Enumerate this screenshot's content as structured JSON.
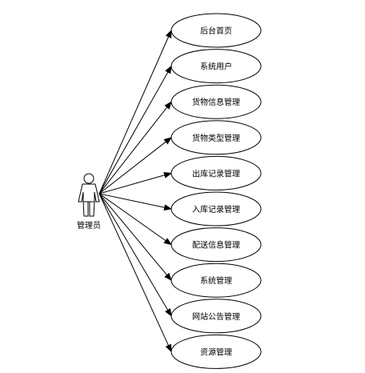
{
  "actor": {
    "label": "管理员",
    "icon": "stick-figure-icon"
  },
  "use_cases": [
    {
      "label": "后台首页"
    },
    {
      "label": "系统用户"
    },
    {
      "label": "货物信息管理"
    },
    {
      "label": "货物类型管理"
    },
    {
      "label": "出库记录管理"
    },
    {
      "label": "入库记录管理"
    },
    {
      "label": "配送信息管理"
    },
    {
      "label": "系统管理"
    },
    {
      "label": "网站公告管理"
    },
    {
      "label": "资源管理"
    }
  ],
  "colors": {
    "stroke": "#000000",
    "fill": "#ffffff"
  }
}
